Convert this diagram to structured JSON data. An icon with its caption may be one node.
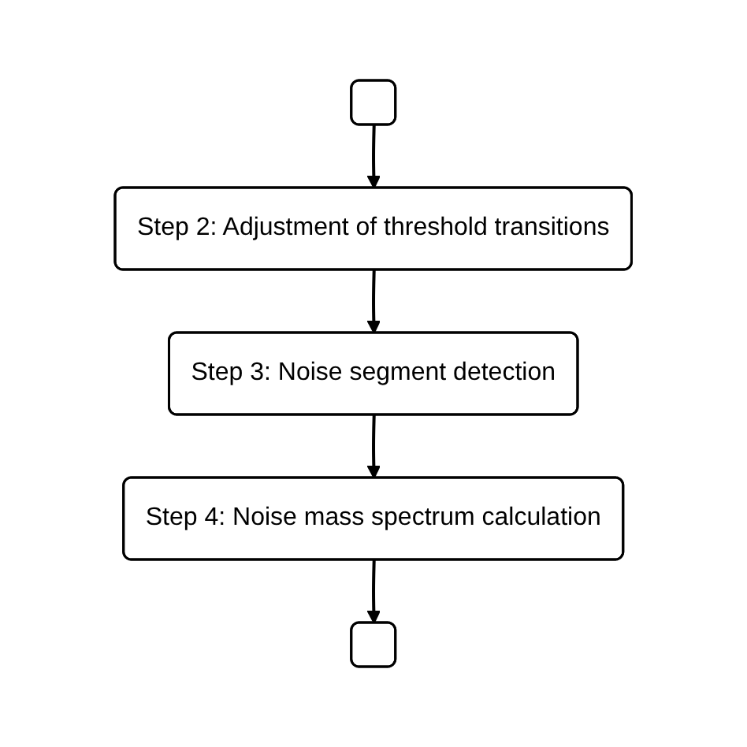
{
  "diagram": {
    "nodes": [
      {
        "text": [],
        "shape": "box"
      },
      {
        "text": [
          "Step 2: Adjustment of threshold transitions"
        ]
      },
      {
        "text": [
          "Step 3: Noise segment detection"
        ]
      },
      {
        "text": [
          "Step 4: Noise mass spectrum calculation"
        ]
      },
      {
        "text": [],
        "shape": "box"
      }
    ],
    "edges": [
      {
        "from": 0,
        "to": 1,
        "arrow": "to"
      },
      {
        "from": 1,
        "to": 2,
        "arrow": "to"
      },
      {
        "from": 2,
        "to": 3,
        "arrow": "to"
      },
      {
        "from": 3,
        "to": 4,
        "arrow": "to"
      }
    ]
  }
}
